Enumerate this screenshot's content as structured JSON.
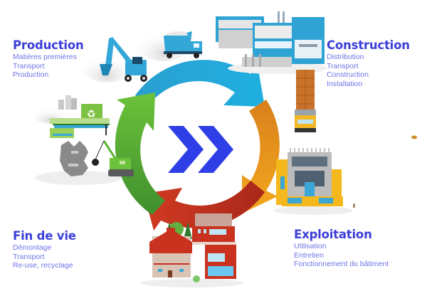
{
  "diagram": {
    "type": "lifecycle-cycle",
    "center_icon": "double-chevron-right-icon",
    "colors": {
      "title_text": "#3b3fd8",
      "item_text": "#6e74e6",
      "chevron": "#2f3fe8",
      "arc_blue": "#1fa6d6",
      "arc_orange": "#f0a020",
      "arc_red": "#c8321e",
      "arc_green": "#5bb030"
    },
    "stages": [
      {
        "id": "production",
        "title": "Production",
        "items": [
          "Matières premières",
          "Transport",
          "Production"
        ],
        "arc_color": "blue",
        "illustration": "excavator-and-dump-truck"
      },
      {
        "id": "construction",
        "title": "Construction",
        "items": [
          "Distribution",
          "Transport",
          "Construction",
          "Installation"
        ],
        "arc_color": "orange",
        "illustration": "factory-and-delivery-truck"
      },
      {
        "id": "exploitation",
        "title": "Exploitation",
        "items": [
          "Utilisation",
          "Entretien",
          "Fonctionnement du bâtiment"
        ],
        "arc_color": "red",
        "illustration": "office-building-and-houses"
      },
      {
        "id": "fin-de-vie",
        "title": "Fin de vie",
        "items": [
          "Démontage",
          "Transport",
          "Re-use, recyclage"
        ],
        "arc_color": "green",
        "illustration": "demolition-crane-and-recycling-plant"
      }
    ]
  }
}
